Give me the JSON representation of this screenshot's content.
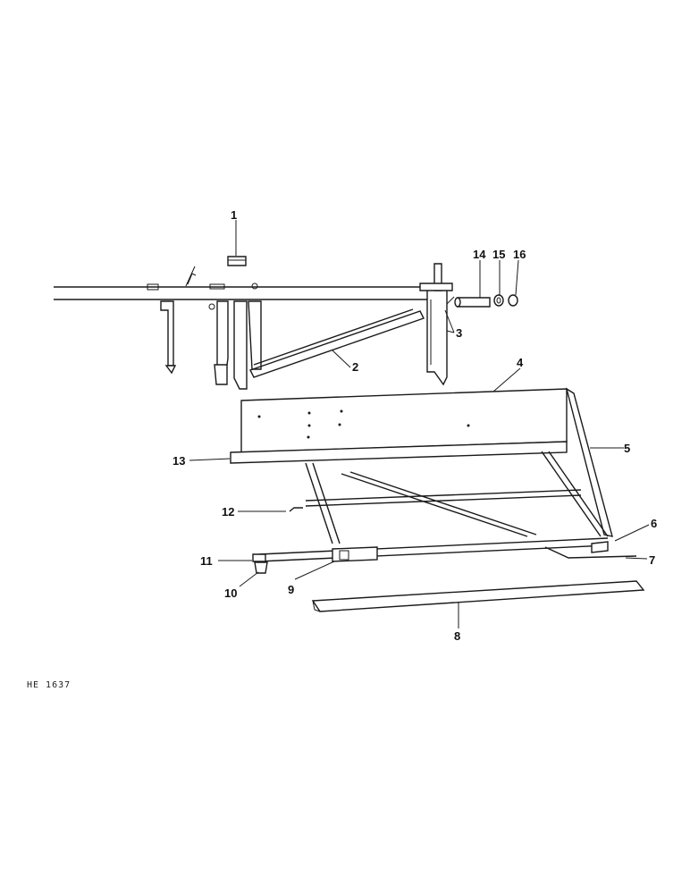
{
  "figure_ref": "HE 1637",
  "callouts": {
    "c1": "1",
    "c2": "2",
    "c3": "3",
    "c4": "4",
    "c5": "5",
    "c6": "6",
    "c7": "7",
    "c8": "8",
    "c9": "9",
    "c10": "10",
    "c11": "11",
    "c12": "12",
    "c13": "13",
    "c14": "14",
    "c15": "15",
    "c16": "16"
  }
}
